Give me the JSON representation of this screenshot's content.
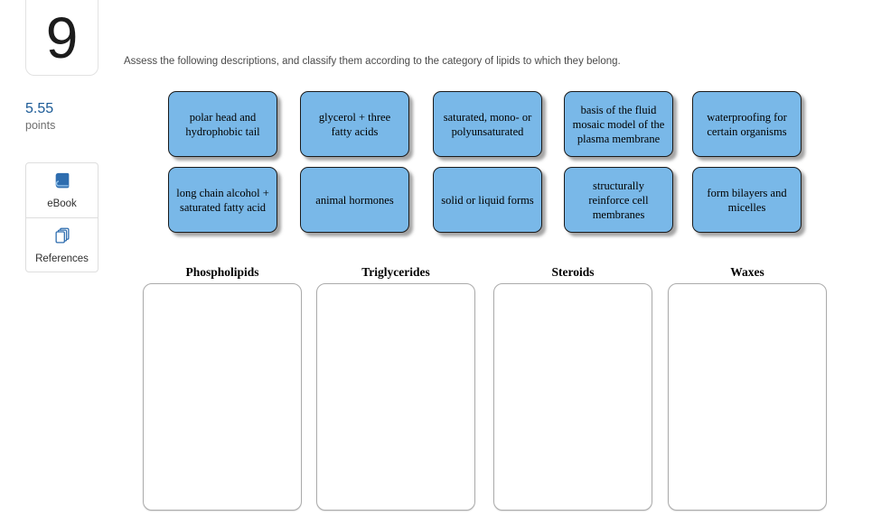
{
  "sidebar": {
    "question_number": "9",
    "points_value": "5.55",
    "points_label": "points",
    "ebook_label": "eBook",
    "references_label": "References"
  },
  "main": {
    "instruction": "Assess the following descriptions, and classify them according to the category of lipids to which they belong."
  },
  "cards": [
    "polar head and hydrophobic tail",
    "glycerol + three fatty acids",
    "saturated, mono- or polyunsaturated",
    "basis of the fluid mosaic model of the plasma membrane",
    "waterproofing for certain organisms",
    "long chain alcohol + saturated fatty acid",
    "animal hormones",
    "solid or liquid forms",
    "structurally reinforce cell membranes",
    "form bilayers and micelles"
  ],
  "categories": [
    "Phospholipids",
    "Triglycerides",
    "Steroids",
    "Waxes"
  ],
  "icons": [
    "ebook-icon",
    "references-icon"
  ],
  "colors": {
    "card_fill": "#79b8e8",
    "card_border": "#1a1a1a",
    "icon_blue": "#2e6daf",
    "points_blue": "#1b5a96",
    "zone_border": "#ababab"
  }
}
